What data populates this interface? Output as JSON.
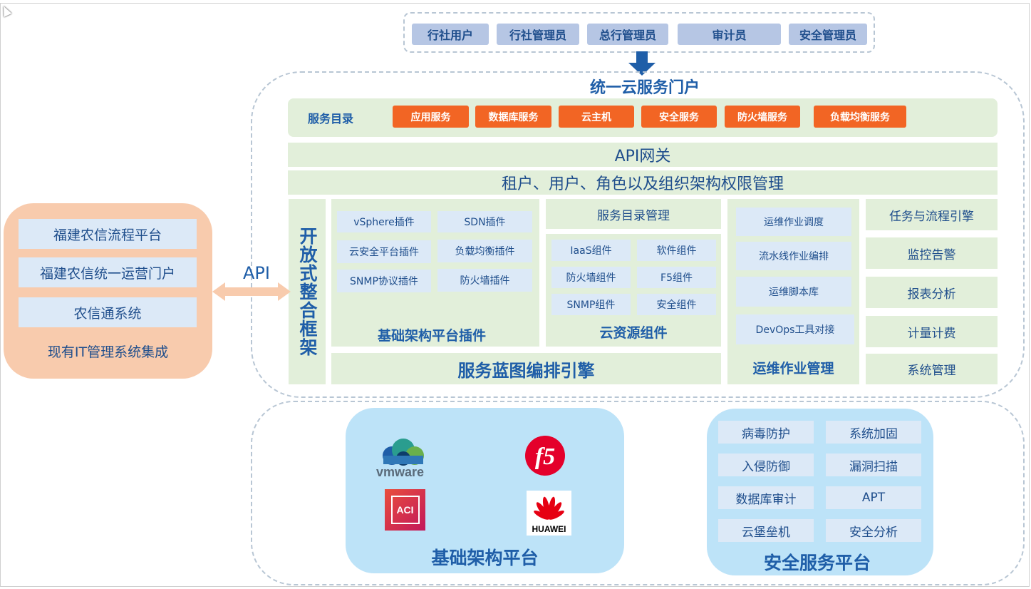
{
  "roles": [
    "行社用户",
    "行社管理员",
    "总行管理员",
    "审计员",
    "安全管理员"
  ],
  "portal_title": "统一云服务门户",
  "service_catalog": {
    "label": "服务目录",
    "items": [
      "应用服务",
      "数据库服务",
      "云主机",
      "安全服务",
      "防火墙服务",
      "负载均衡服务"
    ]
  },
  "api_gateway": "API网关",
  "tenant_mgmt": "租户、用户、角色以及组织架构权限管理",
  "open_framework": "开放式整合框架",
  "infra_plugins": {
    "title": "基础架构平台插件",
    "items": [
      "vSphere插件",
      "SDN插件",
      "云安全平台插件",
      "负载均衡插件",
      "SNMP协议插件",
      "防火墙插件"
    ]
  },
  "catalog_mgmt": "服务目录管理",
  "cloud_components": {
    "title": "云资源组件",
    "items": [
      "IaaS组件",
      "软件组件",
      "防火墙组件",
      "F5组件",
      "SNMP组件",
      "安全组件"
    ]
  },
  "blueprint_engine": "服务蓝图编排引擎",
  "ops_mgmt": {
    "title": "运维作业管理",
    "items": [
      "运维作业调度",
      "流水线作业编排",
      "运维脚本库",
      "DevOps工具对接"
    ]
  },
  "right_column": [
    "任务与流程引擎",
    "监控告警",
    "报表分析",
    "计量计费",
    "系统管理"
  ],
  "existing_it": {
    "items": [
      "福建农信流程平台",
      "福建农信统一运营门户",
      "农信通系统"
    ],
    "title": "现有IT管理系统集成"
  },
  "api_label": "API",
  "infra_platform": {
    "title": "基础架构平台",
    "logos": [
      "vmware",
      "f5",
      "ACI",
      "HUAWEI"
    ]
  },
  "security_platform": {
    "title": "安全服务平台",
    "items": [
      "病毒防护",
      "系统加固",
      "入侵防御",
      "漏洞扫描",
      "数据库审计",
      "APT",
      "云堡垒机",
      "安全分析"
    ]
  },
  "colors": {
    "orange": "#f26524",
    "green": "#e2efda",
    "blue_text": "#1f5ea8",
    "peach": "#f8cbad",
    "light_blue": "#bde3f8"
  }
}
